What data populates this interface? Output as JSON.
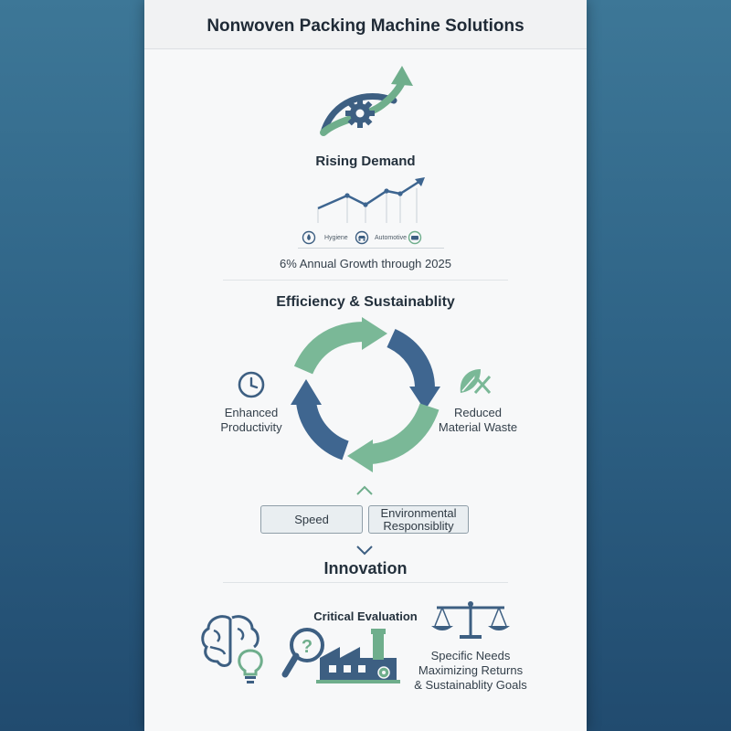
{
  "header": {
    "title": "Nonwoven Packing Machine Solutions"
  },
  "rising_demand": {
    "heading": "Rising Demand",
    "sectors": [
      "Hygiene",
      "Automotive"
    ],
    "growth_note": "6% Annual Growth through 2025"
  },
  "efficiency": {
    "heading": "Efficiency & Sustainablity",
    "left_label_line1": "Enhanced",
    "left_label_line2": "Productivity",
    "right_label_line1": "Reduced",
    "right_label_line2": "Material Waste",
    "chip_speed": "Speed",
    "chip_env_line1": "Environmental",
    "chip_env_line2": "Responsiblity"
  },
  "innovation": {
    "heading": "Innovation",
    "critical_evaluation": "Critical Evaluation",
    "needs_line1": "Specific Needs",
    "needs_line2": "Maximizing Returns",
    "needs_line3": "& Sustainablity Goals"
  },
  "colors": {
    "navy": "#3d5f82",
    "green": "#6fae8c",
    "text": "#24313d"
  }
}
